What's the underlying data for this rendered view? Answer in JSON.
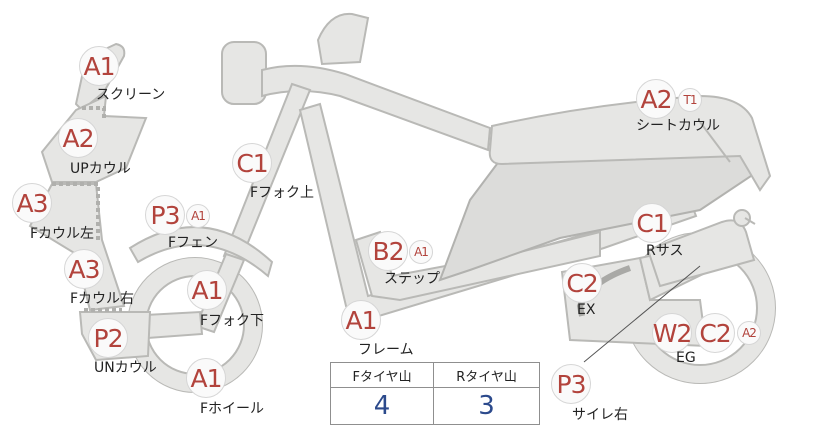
{
  "parts": [
    {
      "id": "screen",
      "code": "A1",
      "label": "スクリーン"
    },
    {
      "id": "upper-cowl",
      "code": "A2",
      "label": "UPカウル"
    },
    {
      "id": "front-cowl-left",
      "code": "A3",
      "label": "Fカウル左"
    },
    {
      "id": "front-cowl-right",
      "code": "A3",
      "label": "Fカウル右"
    },
    {
      "id": "under-cowl",
      "code": "P2",
      "label": "UNカウル"
    },
    {
      "id": "front-wheel",
      "code": "A1",
      "label": "Fホイール"
    },
    {
      "id": "front-fender",
      "code": "P3",
      "sub_code": "A1",
      "label": "Fフェン"
    },
    {
      "id": "front-fork-upper",
      "code": "C1",
      "label": "Fフォク上"
    },
    {
      "id": "front-fork-lower",
      "code": "A1",
      "label": "Fフォク下"
    },
    {
      "id": "step",
      "code": "B2",
      "sub_code": "A1",
      "label": "ステップ"
    },
    {
      "id": "frame",
      "code": "A1",
      "label": "フレーム"
    },
    {
      "id": "seat-cowl",
      "code": "A2",
      "sub_code": "T1",
      "label": "シートカウル"
    },
    {
      "id": "rear-suspension",
      "code": "C1",
      "label": "Rサス"
    },
    {
      "id": "exhaust",
      "code": "C2",
      "label": "EX"
    },
    {
      "id": "engine",
      "code": "W2",
      "code2": "C2",
      "sub_code": "A2",
      "label": "EG"
    },
    {
      "id": "silencer-right",
      "code": "P3",
      "label": "サイレ右"
    }
  ],
  "tread_table": {
    "headers": [
      "Fタイヤ山",
      "Rタイヤ山"
    ],
    "values": [
      "4",
      "3"
    ]
  },
  "colors": {
    "code_text": "#b2433c",
    "tread_value": "#2c4a8c",
    "part_fill": "#e6e6e4"
  }
}
